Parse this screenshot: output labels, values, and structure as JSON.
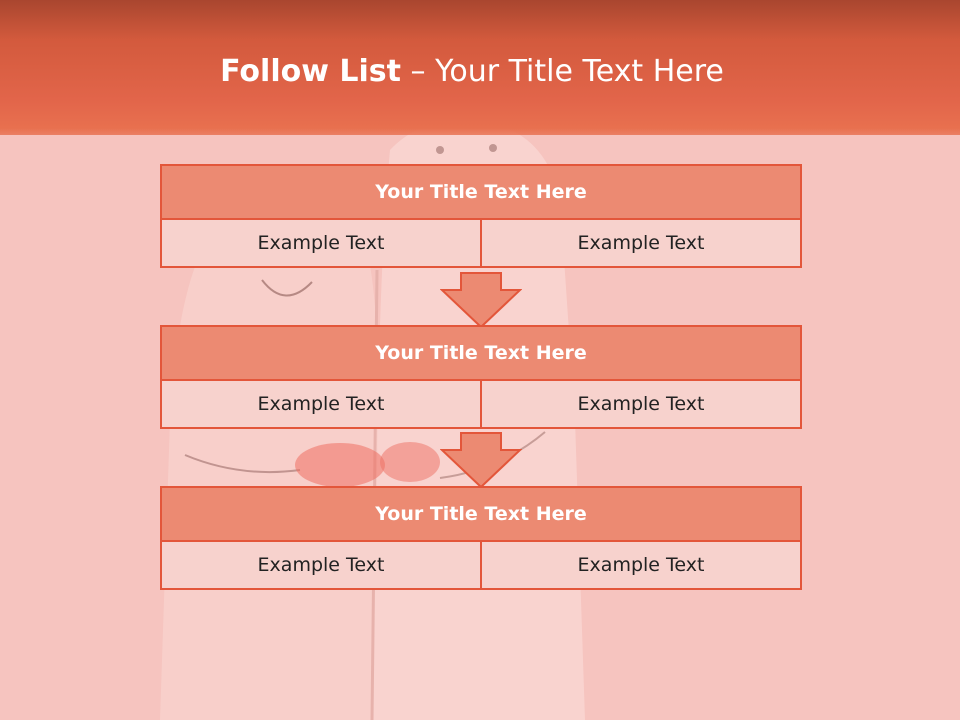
{
  "slide": {
    "title_bold": "Follow List",
    "title_separator": "–",
    "title_rest": "Your Title Text Here"
  },
  "blocks": [
    {
      "title": "Your Title Text Here",
      "left_text": "Example Text",
      "right_text": "Example Text"
    },
    {
      "title": "Your Title Text Here",
      "left_text": "Example Text",
      "right_text": "Example Text"
    },
    {
      "title": "Your Title Text Here",
      "left_text": "Example Text",
      "right_text": "Example Text"
    }
  ],
  "colors": {
    "header": "#e2654a",
    "box_border": "#e3563a",
    "box_title_fill": "#ec8a72",
    "box_cell_fill": "#f7d2cd",
    "arrow_fill": "#ec8a72",
    "background": "#f6c4bf"
  },
  "icons": [
    "down-arrow-icon"
  ]
}
